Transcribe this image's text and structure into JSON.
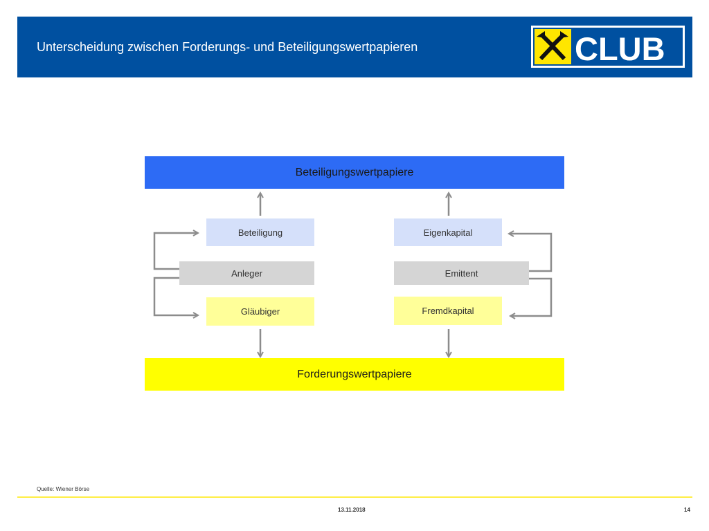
{
  "header": {
    "title": "Unterscheidung zwischen Forderungs- und Beteiligungswertpapieren",
    "logo_text": "CLUB",
    "bg_color": "#0050a0"
  },
  "diagram": {
    "top_bar": "Beteiligungswertpapiere",
    "bottom_bar": "Forderungswertpapiere",
    "left": {
      "top": "Beteiligung",
      "middle": "Anleger",
      "bottom": "Gläubiger"
    },
    "right": {
      "top": "Eigenkapital",
      "middle": "Emittent",
      "bottom": "Fremdkapital"
    },
    "colors": {
      "equity_bar": "#2d6bf5",
      "debt_bar": "#ffff00",
      "light_blue": "#d5e0fa",
      "light_yellow": "#ffff99",
      "gray": "#d5d5d5",
      "arrow": "#8c8c8c"
    }
  },
  "footer": {
    "source": "Quelle: Wiener Börse",
    "date": "13.11.2018",
    "page": "14"
  }
}
